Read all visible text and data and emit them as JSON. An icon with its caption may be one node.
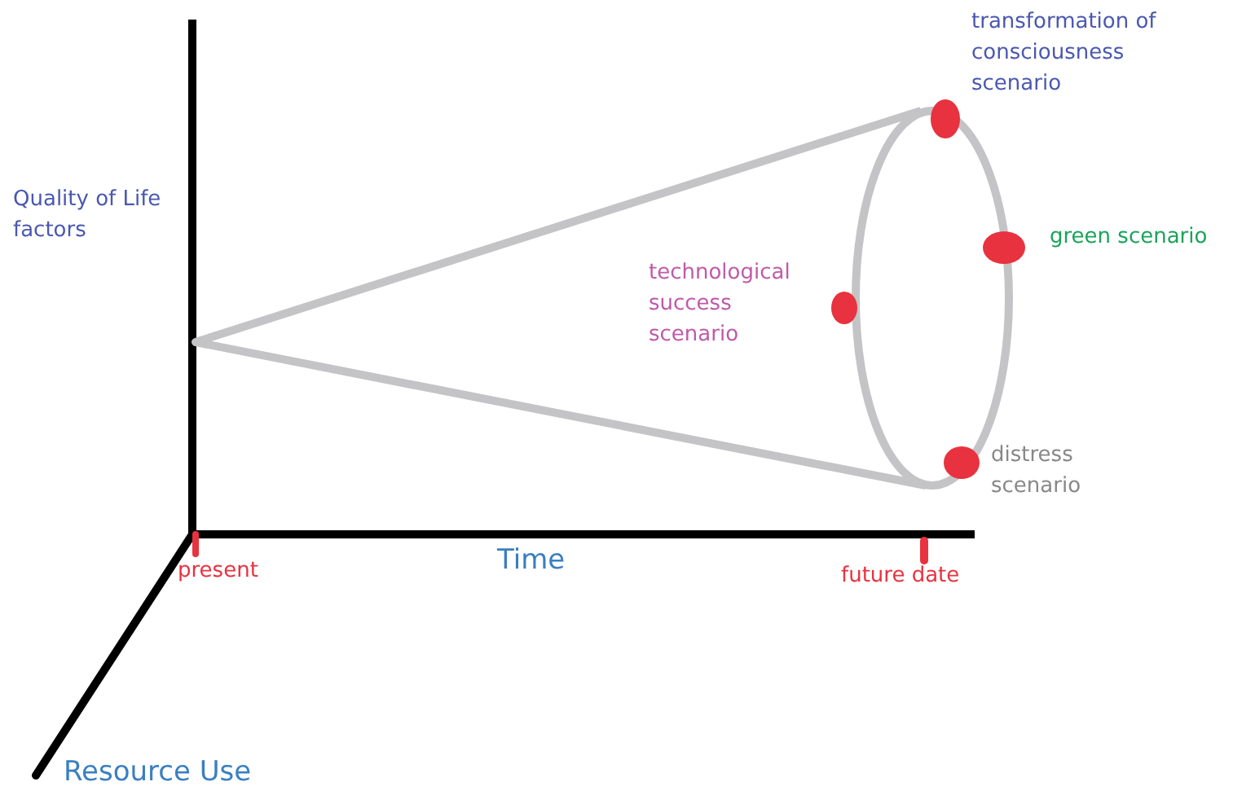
{
  "diagram": {
    "labels": [
      "transformation of consciousness scenario",
      "Quality of Life factors",
      "green scenario",
      "technological success scenario",
      "distress scenario",
      "present",
      "Time",
      "future date",
      "Resource Use"
    ]
  }
}
